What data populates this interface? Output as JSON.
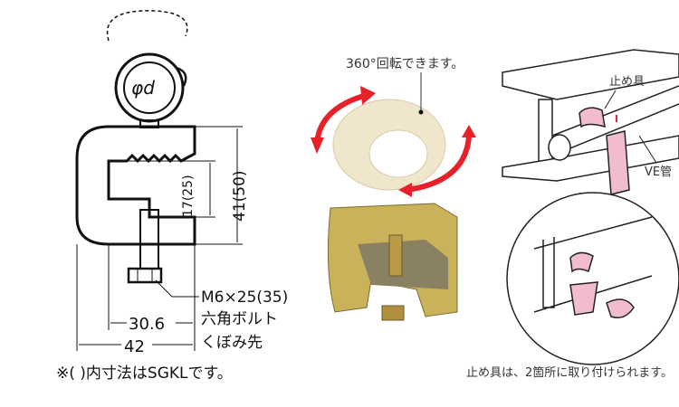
{
  "dimension_drawing": {
    "diameter_label": "φd",
    "inner_height": "17(25)",
    "outer_height": "41(50)",
    "bolt_spec": "M6×25(35)",
    "bolt_type": "六角ボルト",
    "bolt_tip": "くぼみ先",
    "inner_width": "30.6",
    "outer_width": "42",
    "note": "※(  )内寸法はSGKLです。"
  },
  "product_photo": {
    "rotation_label": "360°回転できます。",
    "colors": {
      "ring": "#efe6cc",
      "arrow": "#e8202a",
      "clamp": "#c9b25a"
    }
  },
  "installation": {
    "stopper_label": "止め具",
    "pipe_label": "VE管",
    "caption": "止め具は、2箇所に取り付けられます。",
    "colors": {
      "stopper": "#f2bcd0"
    }
  }
}
